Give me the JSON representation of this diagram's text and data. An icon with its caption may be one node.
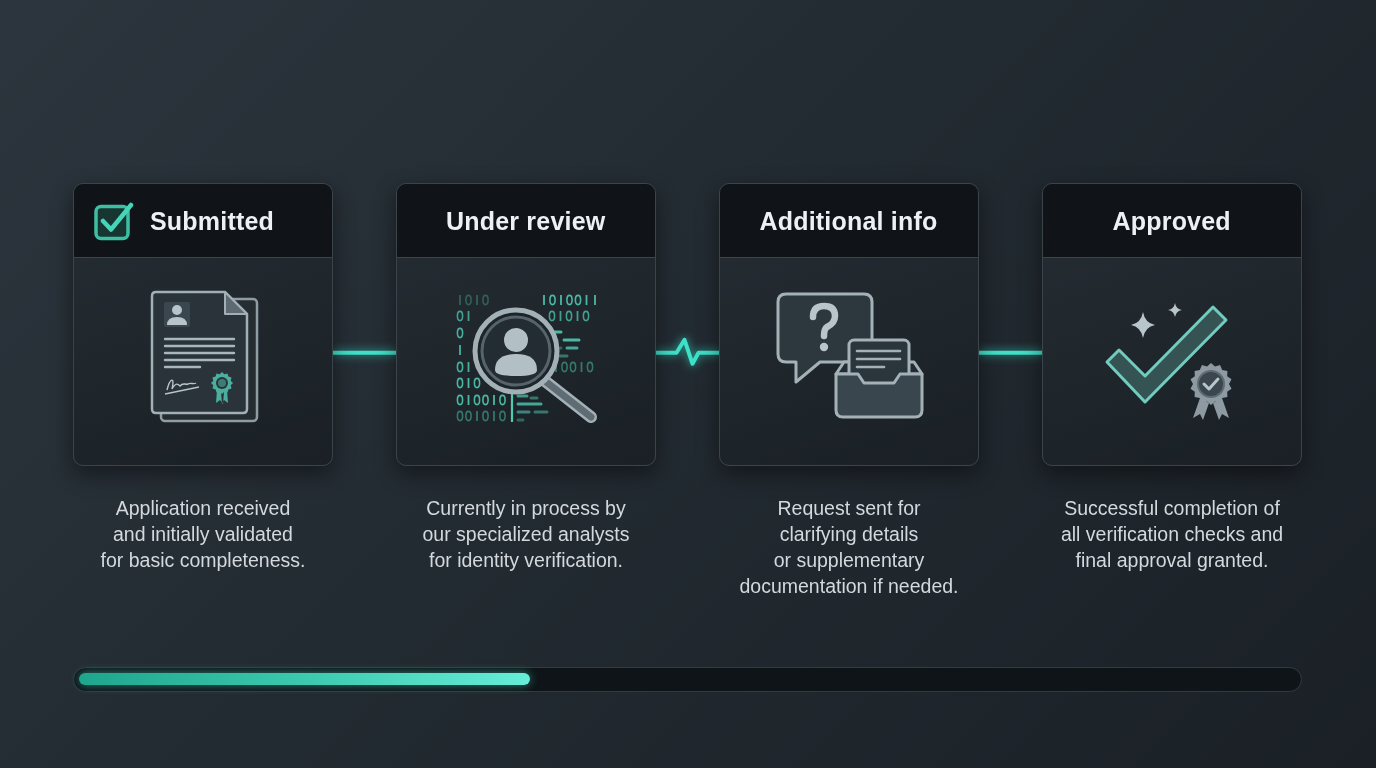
{
  "diagram": {
    "nodes": [
      {
        "text": [
          "Submitted"
        ],
        "beside": [
          "Application received and initially validated for basic completeness."
        ]
      },
      {
        "text": [
          "Under review"
        ],
        "beside": [
          "Currently in process by our specialized analysts for identity verification."
        ]
      },
      {
        "text": [
          "Additional info"
        ],
        "beside": [
          "Request sent for clarifying details or supplementary documentation if needed."
        ]
      },
      {
        "text": [
          "Approved"
        ],
        "beside": [
          "Successful completion of all verification checks and final approval granted."
        ]
      }
    ],
    "edges": [
      {
        "from": 0,
        "to": 1,
        "arrow": "none"
      },
      {
        "from": 1,
        "to": 2,
        "arrow": "none"
      },
      {
        "from": 2,
        "to": 3,
        "arrow": "none"
      }
    ]
  }
}
